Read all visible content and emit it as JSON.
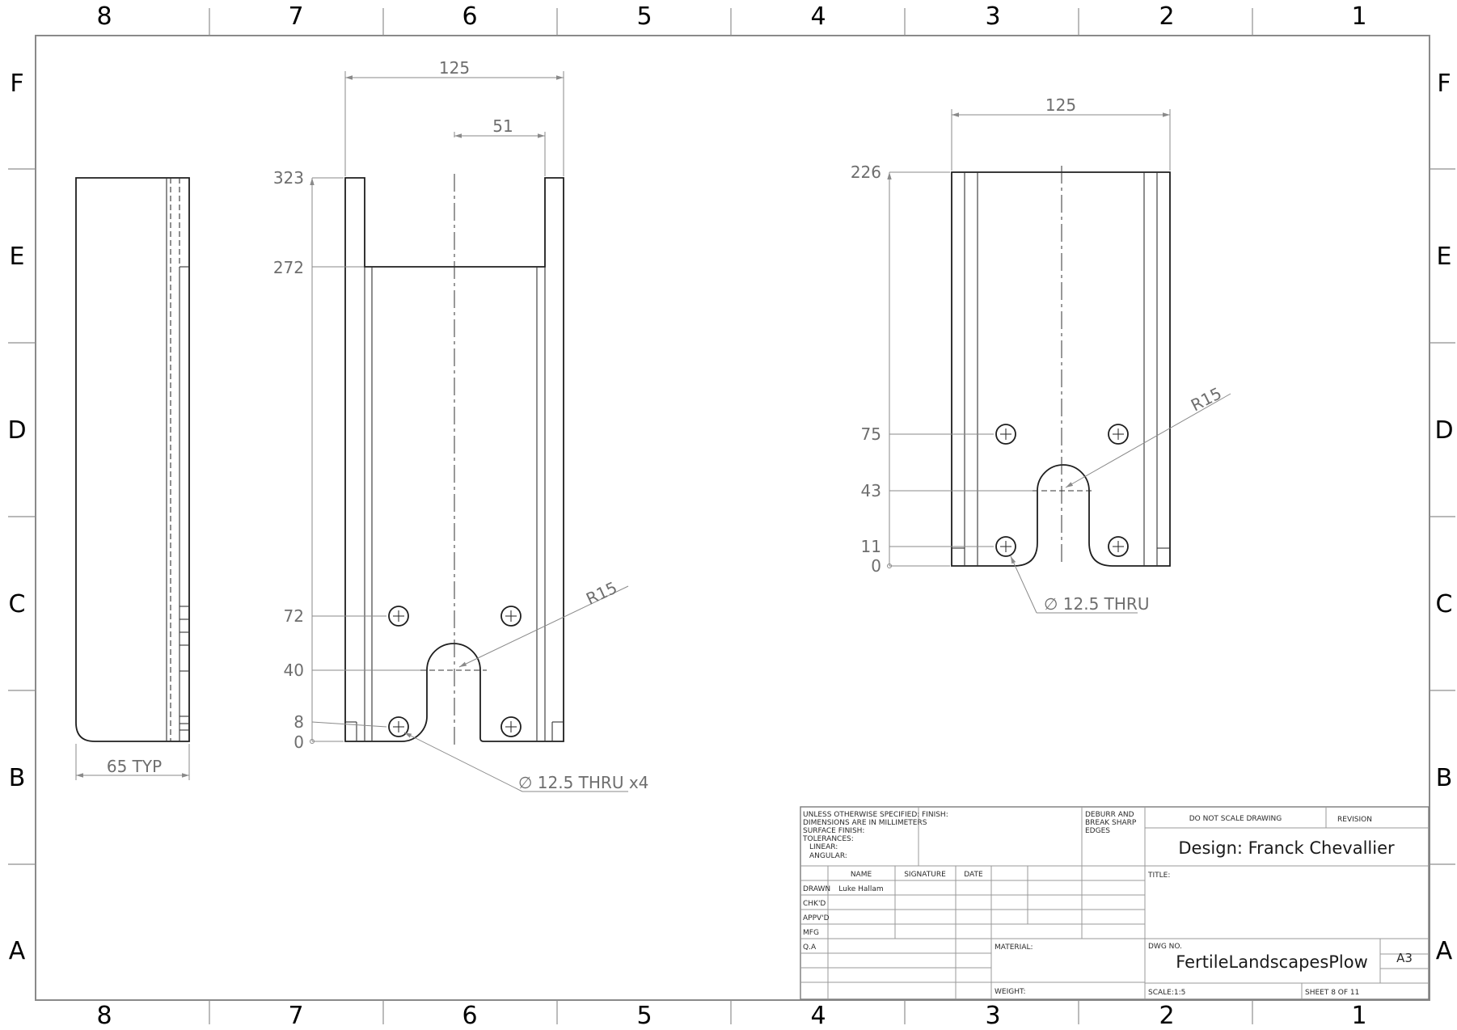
{
  "zones": {
    "columns": [
      "8",
      "7",
      "6",
      "5",
      "4",
      "3",
      "2",
      "1"
    ],
    "rows": [
      "F",
      "E",
      "D",
      "C",
      "B",
      "A"
    ]
  },
  "side_view": {
    "dimension": "65 TYP"
  },
  "front_view": {
    "width": "125",
    "slot_width": "51",
    "radius": "R15",
    "holes": "∅ 12.5 THRU x4",
    "ordinates": [
      "323",
      "272",
      "72",
      "40",
      "8",
      "0"
    ]
  },
  "right_view": {
    "width": "125",
    "radius": "R15",
    "holes": "∅ 12.5 THRU",
    "ordinates": [
      "226",
      "75",
      "43",
      "11",
      "0"
    ]
  },
  "title_block": {
    "unless_note": [
      "UNLESS OTHERWISE SPECIFIED:",
      "DIMENSIONS ARE IN MILLIMETERS",
      "SURFACE FINISH:",
      "TOLERANCES:",
      "LINEAR:",
      "ANGULAR:"
    ],
    "finish_label": "FINISH:",
    "deburr_note": [
      "DEBURR AND",
      "BREAK SHARP",
      "EDGES"
    ],
    "do_not_scale": "DO NOT SCALE DRAWING",
    "revision_label": "REVISION",
    "design": "Design: Franck Chevallier",
    "name_header": "NAME",
    "signature_header": "SIGNATURE",
    "date_header": "DATE",
    "row_labels": [
      "DRAWN",
      "CHK'D",
      "APPV'D",
      "MFG",
      "Q.A"
    ],
    "drawn_by": "Luke Hallam",
    "title_label": "TITLE:",
    "material_label": "MATERIAL:",
    "weight_label": "WEIGHT:",
    "dwg_no_label": "DWG NO.",
    "dwg_no": "FertileLandscapesPlow",
    "size": "A3",
    "scale": "SCALE:1:5",
    "sheet": "SHEET 8 OF 11"
  }
}
